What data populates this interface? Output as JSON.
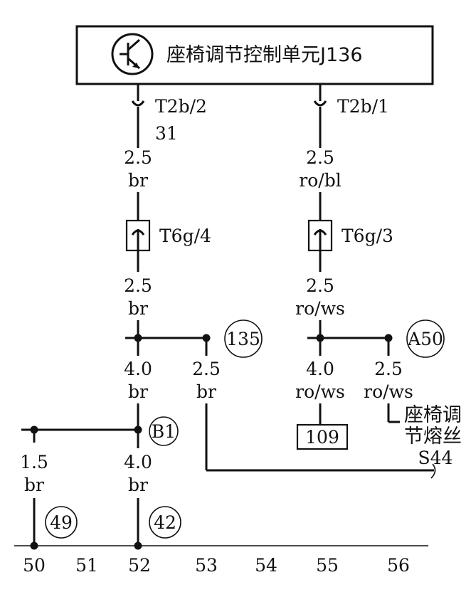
{
  "colors": {
    "ink": "#111111",
    "paper": "#ffffff"
  },
  "control_unit": {
    "icon": "transistor-icon",
    "title": "座椅调节控制单元J136"
  },
  "connectors": {
    "left_top": {
      "pin": "T2b/2",
      "ground": "31"
    },
    "right_top": {
      "pin": "T2b/1"
    },
    "left_mid": {
      "pin": "T6g/4"
    },
    "right_mid": {
      "pin": "T6g/3"
    }
  },
  "wires": {
    "left_1": {
      "size": "2.5",
      "color": "br"
    },
    "right_1": {
      "size": "2.5",
      "color": "ro/bl"
    },
    "left_2": {
      "size": "2.5",
      "color": "br"
    },
    "right_2": {
      "size": "2.5",
      "color": "ro/ws"
    },
    "left_3": {
      "size": "4.0",
      "color": "br"
    },
    "left_branch": {
      "size": "2.5",
      "color": "br"
    },
    "right_3": {
      "size": "4.0",
      "color": "ro/ws"
    },
    "right_branch": {
      "size": "2.5",
      "color": "ro/ws"
    },
    "ground_left": {
      "size": "1.5",
      "color": "br"
    },
    "ground_main": {
      "size": "4.0",
      "color": "br"
    }
  },
  "references": {
    "r135": "135",
    "rA50": "A50",
    "rB1": "B1",
    "r49": "49",
    "r42": "42",
    "box109": "109"
  },
  "fuse": {
    "line1": "座椅调",
    "line2": "节熔丝",
    "code": "S44"
  },
  "grid_numbers": [
    "50",
    "51",
    "52",
    "53",
    "54",
    "55",
    "56"
  ]
}
